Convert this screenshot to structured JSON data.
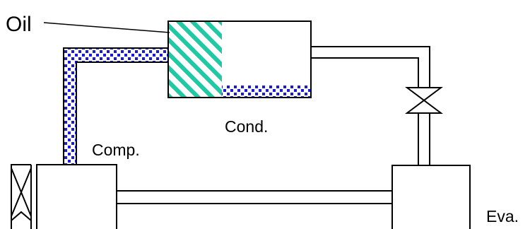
{
  "labels": {
    "oil": "Oil",
    "condenser": "Cond.",
    "compressor": "Comp.",
    "evaporator": "Eva."
  },
  "colors": {
    "line": "#000000",
    "oil_fill": "#1fc9a3",
    "oil_dots": "#1a1adc",
    "background": "#ffffff"
  },
  "components": [
    "condenser",
    "compressor",
    "evaporator",
    "expansion-valve",
    "compressor-pulley",
    "oil-pipe",
    "suction-line",
    "liquid-line"
  ]
}
